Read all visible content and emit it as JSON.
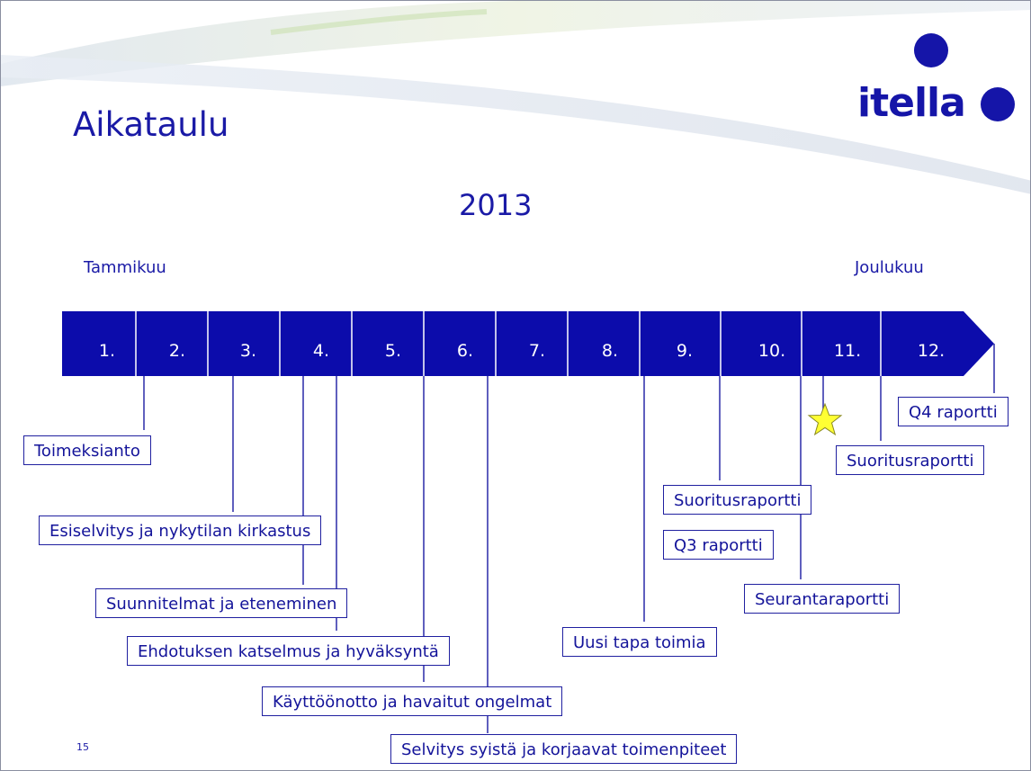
{
  "slide": {
    "title": "Aikataulu",
    "year": "2013",
    "start_month": "Tammikuu",
    "end_month": "Joulukuu",
    "page_number": "15"
  },
  "logo": {
    "text": "itella"
  },
  "timeline": {
    "months": [
      "1.",
      "2.",
      "3.",
      "4.",
      "5.",
      "6.",
      "7.",
      "8.",
      "9.",
      "10.",
      "11.",
      "12."
    ],
    "colors": {
      "bar": "#0c0cab",
      "text": "#ffffff",
      "box_border": "#2020a0"
    }
  },
  "milestones": [
    "Toimeksianto",
    "Esiselvitys ja nykytilan kirkastus",
    "Suunnitelmat ja eteneminen",
    "Ehdotuksen katselmus ja hyväksyntä",
    "Käyttöönotto ja havaitut ongelmat",
    "Selvitys syistä ja korjaavat toimenpiteet",
    "Uusi tapa toimia",
    "Suoritusraportti",
    "Q3 raportti",
    "Seurantaraportti",
    "Suoritusraportti",
    "Q4 raportti"
  ],
  "icons": {
    "star": "star-icon",
    "logo_mark": "logo-dot-icon"
  }
}
